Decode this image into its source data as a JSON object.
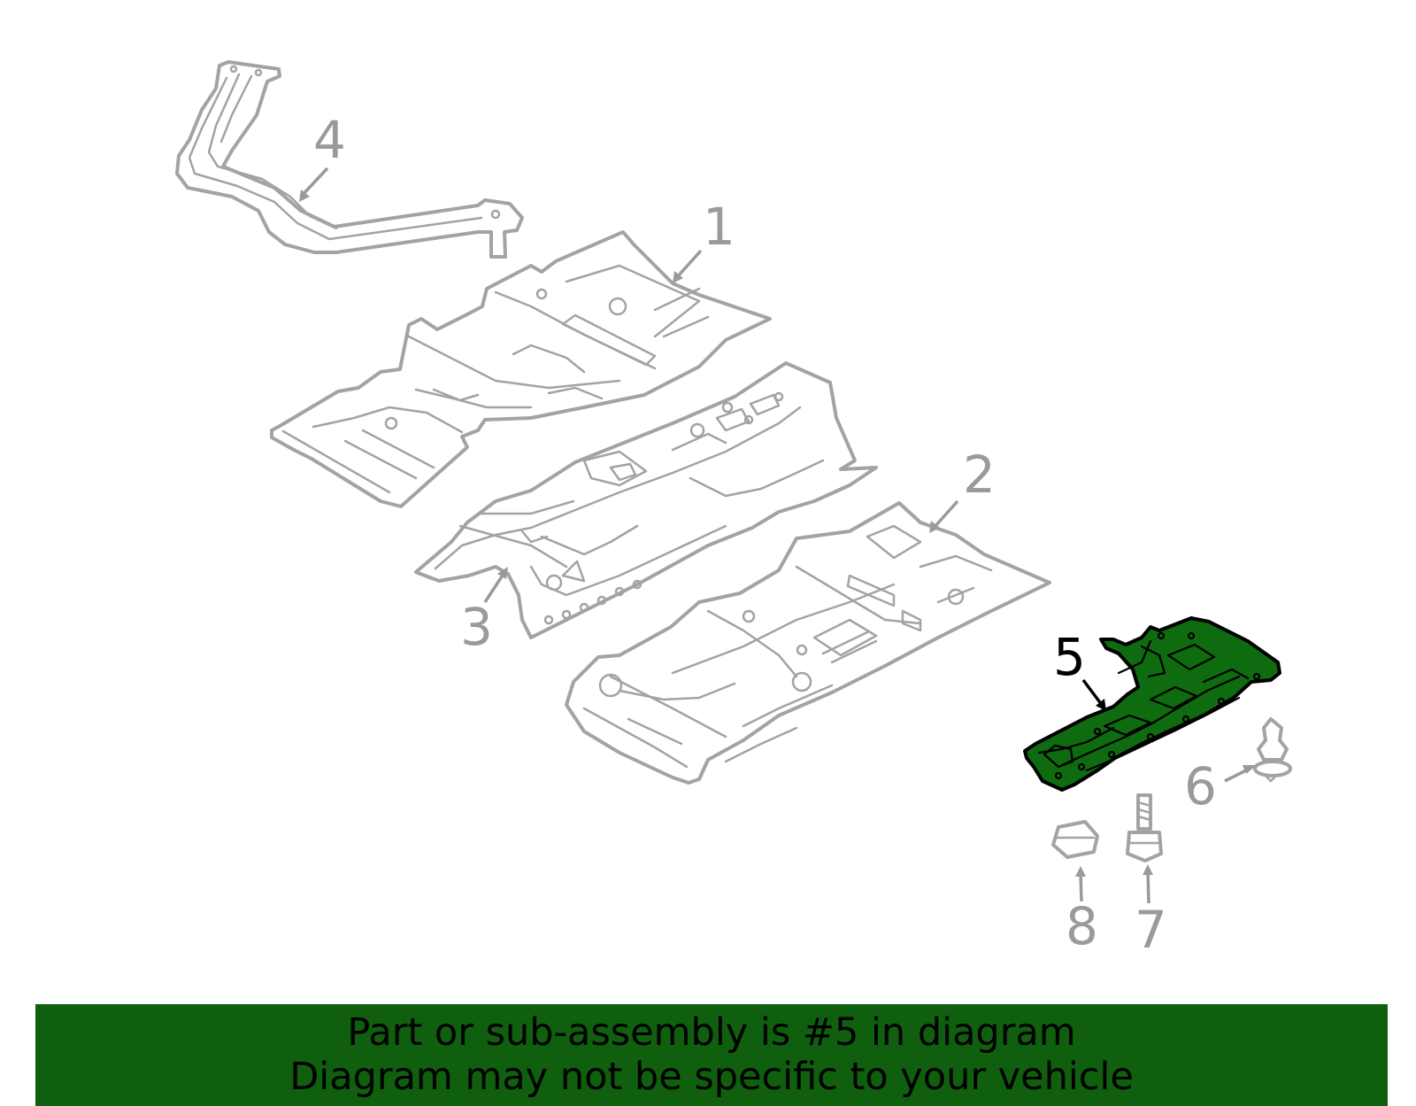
{
  "diagram": {
    "callouts": [
      {
        "id": "1",
        "label": "1",
        "highlighted": false
      },
      {
        "id": "2",
        "label": "2",
        "highlighted": false
      },
      {
        "id": "3",
        "label": "3",
        "highlighted": false
      },
      {
        "id": "4",
        "label": "4",
        "highlighted": false
      },
      {
        "id": "5",
        "label": "5",
        "highlighted": true
      },
      {
        "id": "6",
        "label": "6",
        "highlighted": false
      },
      {
        "id": "7",
        "label": "7",
        "highlighted": false
      },
      {
        "id": "8",
        "label": "8",
        "highlighted": false
      }
    ],
    "highlight_color": "#0f6b0f",
    "line_color": "#a3a3a3"
  },
  "banner": {
    "line1": "Part or sub-assembly is #5 in diagram",
    "line2": "Diagram may not be specific to your vehicle",
    "background": "#0f5f0f"
  }
}
